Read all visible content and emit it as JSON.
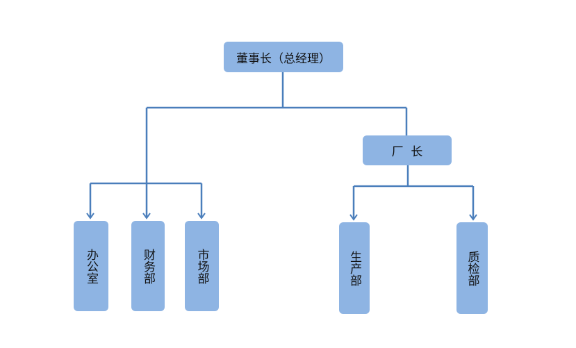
{
  "colors": {
    "node_fill": "#8eb4e3",
    "connector": "#4a7ebb",
    "text": "#111111"
  },
  "nodes": {
    "top": "董事长（总经理）",
    "factory": "厂  长",
    "office": "办公室",
    "finance": "财务部",
    "market": "市场部",
    "production": "生产部",
    "quality": "质检部"
  }
}
